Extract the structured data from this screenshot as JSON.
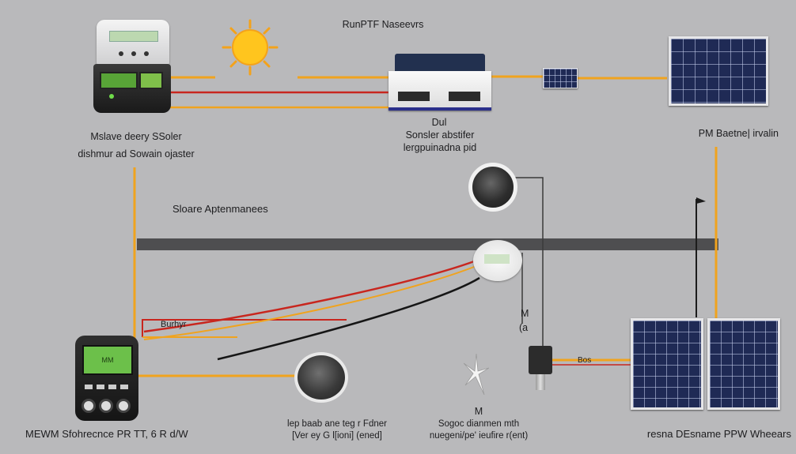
{
  "labels": {
    "title": "RunPTF Naseevrs",
    "controller_l1": "Mslave deery SSoler",
    "controller_l2": "dishmur ad Sowain ojaster",
    "junction_l1": "Dul",
    "junction_l2": "Sonsler abstifer",
    "junction_l3": "lergpuinadna pid",
    "panel_top": "PM Baetne| irvalin",
    "section": "Sloare Aptenmanees",
    "wire_tag": "Burhyr",
    "probe": "M",
    "probe2": "(a",
    "plug_tag": "Bos",
    "meter_caption": "MEWM Sfohrecnce PR TT, 6 R d/W",
    "round_l1": "lep baab ane teg r Fdner",
    "round_l2": "[Ver ey G l[ioni] (ened]",
    "star_l1": "M",
    "star_l2": "Sogoc dianmen mth",
    "star_l3": "nuegeni/pe' ieufire r(ent)",
    "panels_caption": "resna DEsname PPW Wheears",
    "meter_screen": "MM"
  },
  "colors": {
    "background": "#b9b9bb",
    "wire_orange": "#f0a31e",
    "wire_red": "#c8261e",
    "wire_black": "#161616",
    "rail": "#4e4e50"
  }
}
